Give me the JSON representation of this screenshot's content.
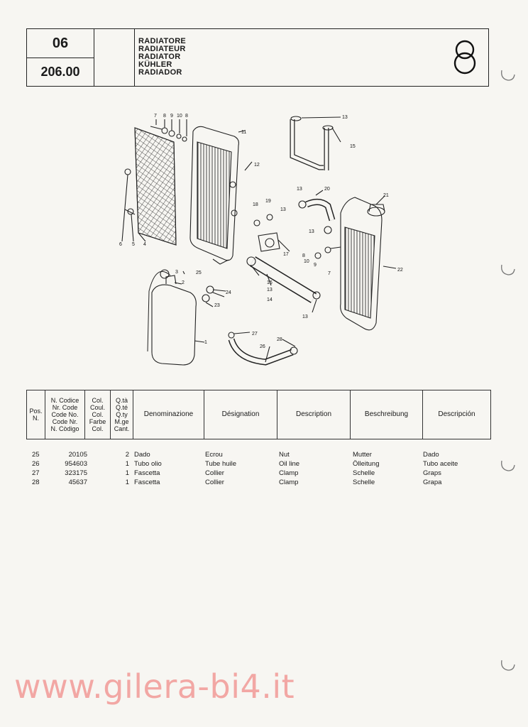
{
  "header": {
    "group": "06",
    "code": "206.00",
    "titles": [
      "RADIATORE",
      "RADIATEUR",
      "RADIATOR",
      "KÜHLER",
      "RADIADOR"
    ]
  },
  "diagram": {
    "callouts": [
      "1",
      "2",
      "3",
      "4",
      "5",
      "6",
      "7",
      "8",
      "9",
      "10",
      "8",
      "11",
      "12",
      "13",
      "13",
      "13",
      "13",
      "13",
      "13",
      "14",
      "15",
      "16",
      "17",
      "18",
      "19",
      "20",
      "21",
      "22",
      "23",
      "24",
      "25",
      "26",
      "27",
      "28",
      "10",
      "9",
      "8",
      "7"
    ]
  },
  "table": {
    "headers": {
      "pos": [
        "Pos.",
        "N."
      ],
      "code": [
        "N. Codice",
        "Nr. Code",
        "Code No.",
        "Code Nr.",
        "N. Còdigo"
      ],
      "col": [
        "Col.",
        "Coul.",
        "Col.",
        "Farbe",
        "Col."
      ],
      "qty": [
        "Q.tà",
        "Q.té",
        "Q.ty",
        "M.ge",
        "Cant."
      ],
      "it": "Denominazione",
      "fr": "Désignation",
      "en": "Description",
      "de": "Beschreibung",
      "es": "Descripción"
    },
    "rows": [
      {
        "pos": "25",
        "code": "20105",
        "qty": "2",
        "it": "Dado",
        "fr": "Ecrou",
        "en": "Nut",
        "de": "Mutter",
        "es": "Dado"
      },
      {
        "pos": "26",
        "code": "954603",
        "qty": "1",
        "it": "Tubo olio",
        "fr": "Tube huile",
        "en": "Oil line",
        "de": "Ölleitung",
        "es": "Tubo aceite"
      },
      {
        "pos": "27",
        "code": "323175",
        "qty": "1",
        "it": "Fascetta",
        "fr": "Collier",
        "en": "Clamp",
        "de": "Schelle",
        "es": "Graps"
      },
      {
        "pos": "28",
        "code": "45637",
        "qty": "1",
        "it": "Fascetta",
        "fr": "Collier",
        "en": "Clamp",
        "de": "Schelle",
        "es": "Grapa"
      }
    ]
  },
  "watermark": "www.gilera-bi4.it",
  "colors": {
    "ink": "#1a1a1a",
    "paper": "#f7f6f2",
    "watermark": "#f2a7a4"
  }
}
